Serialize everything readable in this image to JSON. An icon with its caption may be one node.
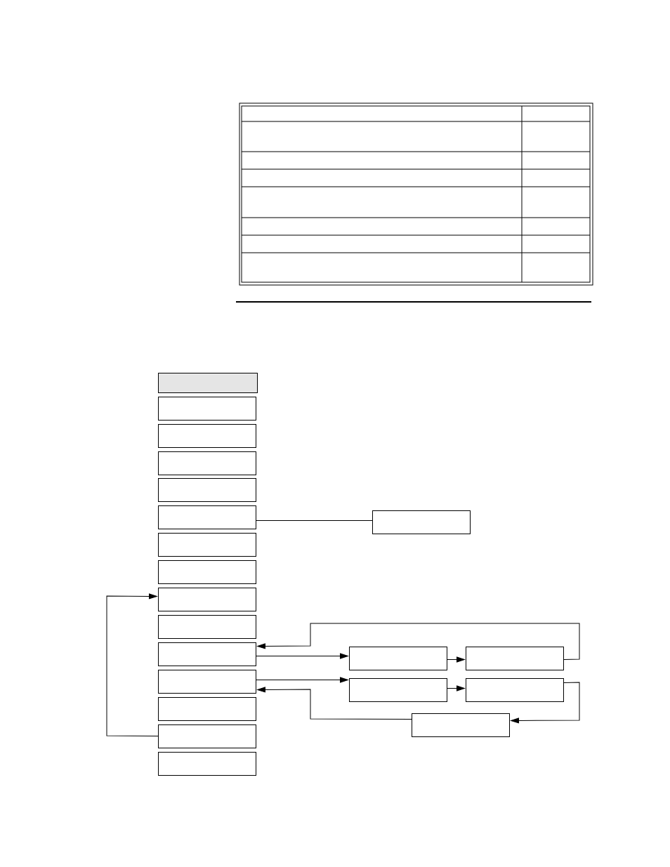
{
  "diagram": {
    "nodes": [
      {
        "text": [],
        "shape": "box"
      },
      {
        "text": [],
        "shape": "box"
      },
      {
        "text": [],
        "shape": "box"
      },
      {
        "text": [],
        "shape": "box"
      },
      {
        "text": [],
        "shape": "box"
      },
      {
        "text": [],
        "shape": "box"
      },
      {
        "text": [],
        "shape": "box"
      },
      {
        "text": [],
        "shape": "box"
      },
      {
        "text": [],
        "shape": "box"
      },
      {
        "text": [],
        "shape": "box"
      },
      {
        "text": [],
        "shape": "box"
      },
      {
        "text": [],
        "shape": "box"
      },
      {
        "text": [],
        "shape": "box"
      },
      {
        "text": [],
        "shape": "box"
      },
      {
        "text": [],
        "shape": "box"
      },
      {
        "text": [],
        "shape": "box"
      },
      {
        "text": [],
        "shape": "box"
      },
      {
        "text": [],
        "shape": "box"
      },
      {
        "text": [],
        "shape": "box"
      },
      {
        "text": [],
        "shape": "box"
      },
      {
        "text": [],
        "shape": "box"
      }
    ],
    "edges": [
      {
        "from": 5,
        "to": 15,
        "arrow": "none"
      },
      {
        "from": 13,
        "to": 8,
        "arrow": "to"
      },
      {
        "from": 10,
        "to": 16,
        "arrow": "to"
      },
      {
        "from": 16,
        "to": 17,
        "arrow": "to"
      },
      {
        "from": 17,
        "to": 10,
        "arrow": "to"
      },
      {
        "from": 11,
        "to": 18,
        "arrow": "to"
      },
      {
        "from": 18,
        "to": 19,
        "arrow": "to"
      },
      {
        "from": 19,
        "to": 20,
        "arrow": "to"
      },
      {
        "from": 20,
        "to": 11,
        "arrow": "to"
      }
    ]
  }
}
